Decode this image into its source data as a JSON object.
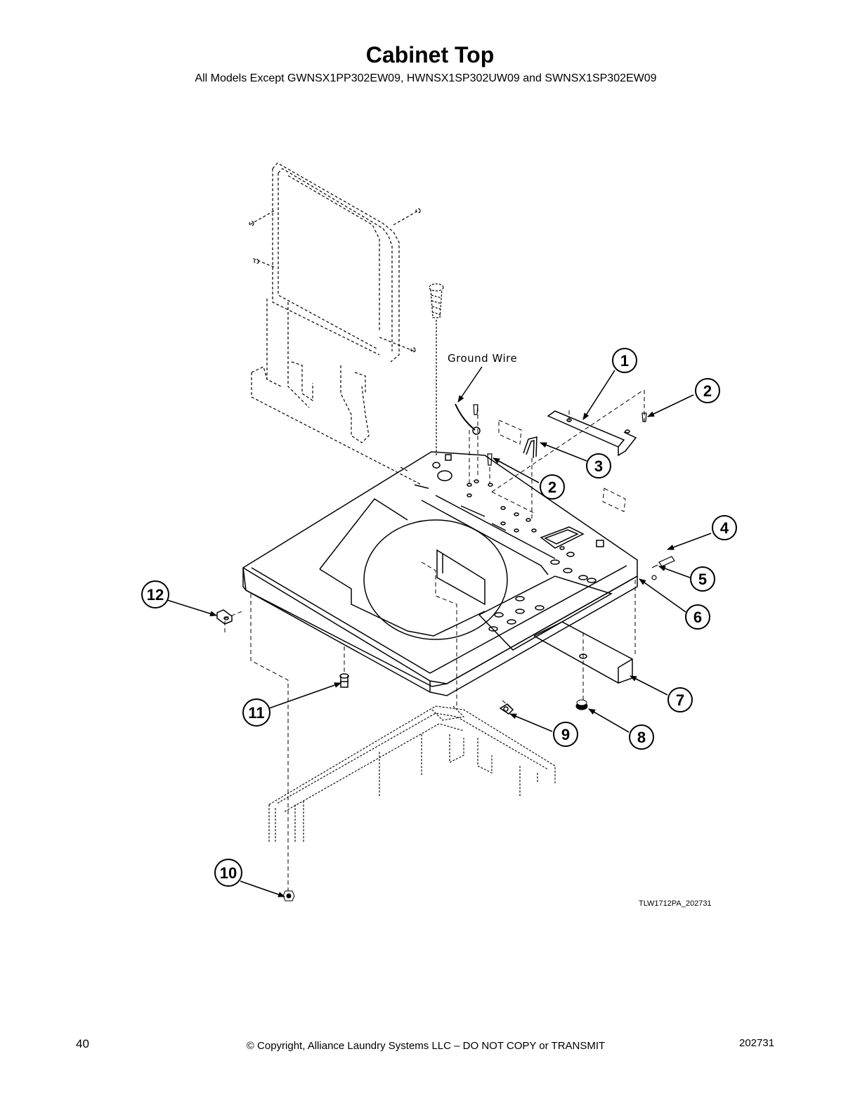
{
  "header": {
    "title": "Cabinet Top",
    "subtitle": "All Models Except GWNSX1PP302EW09, HWNSX1SP302UW09 and SWNSX1SP302EW09"
  },
  "diagram": {
    "annotation_ground_wire": "Ground Wire",
    "figure_code": "TLW1712PA_202731",
    "callouts": [
      "1",
      "2",
      "3",
      "2",
      "4",
      "5",
      "6",
      "7",
      "8",
      "9",
      "10",
      "11",
      "12"
    ]
  },
  "footer": {
    "page_number": "40",
    "copyright": "© Copyright, Alliance Laundry Systems LLC – DO NOT COPY or TRANSMIT",
    "doc_number": "202731"
  }
}
